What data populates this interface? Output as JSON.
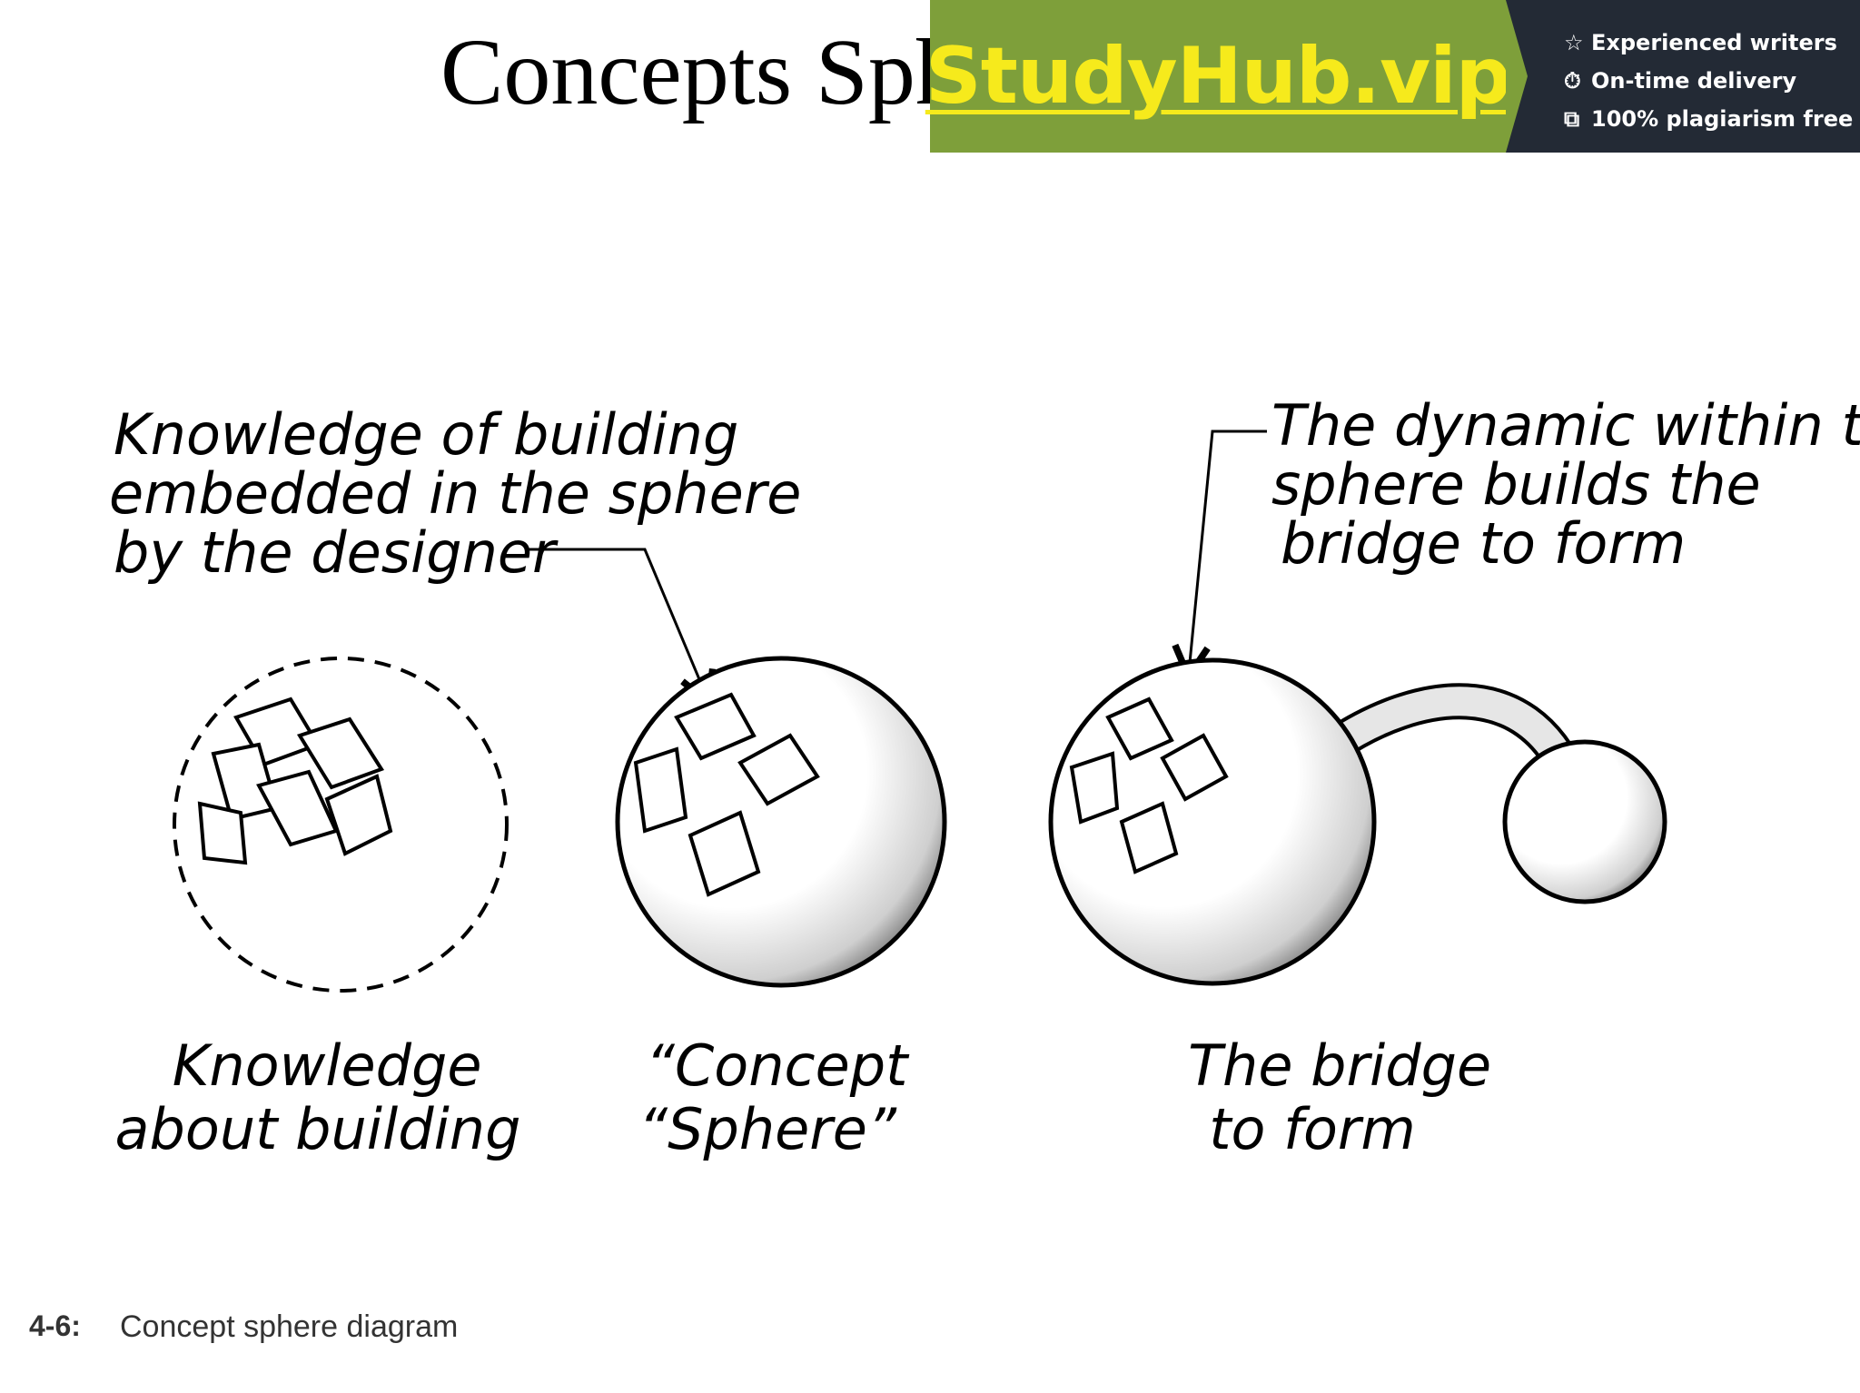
{
  "slide": {
    "title": "Concepts Sph"
  },
  "banner": {
    "brand": "StudyHub.vip",
    "features": [
      {
        "icon": "star-icon",
        "glyph": "☆",
        "label": "Experienced writers"
      },
      {
        "icon": "clock-icon",
        "glyph": "⏱",
        "label": "On-time delivery"
      },
      {
        "icon": "copy-icon",
        "glyph": "⧉",
        "label": "100% plagiarism free"
      }
    ],
    "colors": {
      "brand_bg": "#7e9f3a",
      "brand_text": "#f6ea1c",
      "features_bg": "#232a35"
    }
  },
  "diagram": {
    "annotation_left": [
      "Knowledge of building",
      "embedded in the sphere",
      "by the designer"
    ],
    "annotation_right": [
      "The dynamic within the",
      "sphere builds the",
      "bridge to form"
    ],
    "label_knowledge": [
      "Knowledge",
      "about building"
    ],
    "label_concept": [
      "“Concept",
      "“Sphere”"
    ],
    "label_bridge": [
      "The bridge",
      "to form"
    ]
  },
  "caption": {
    "number": "4-6:",
    "text": "Concept sphere diagram"
  }
}
